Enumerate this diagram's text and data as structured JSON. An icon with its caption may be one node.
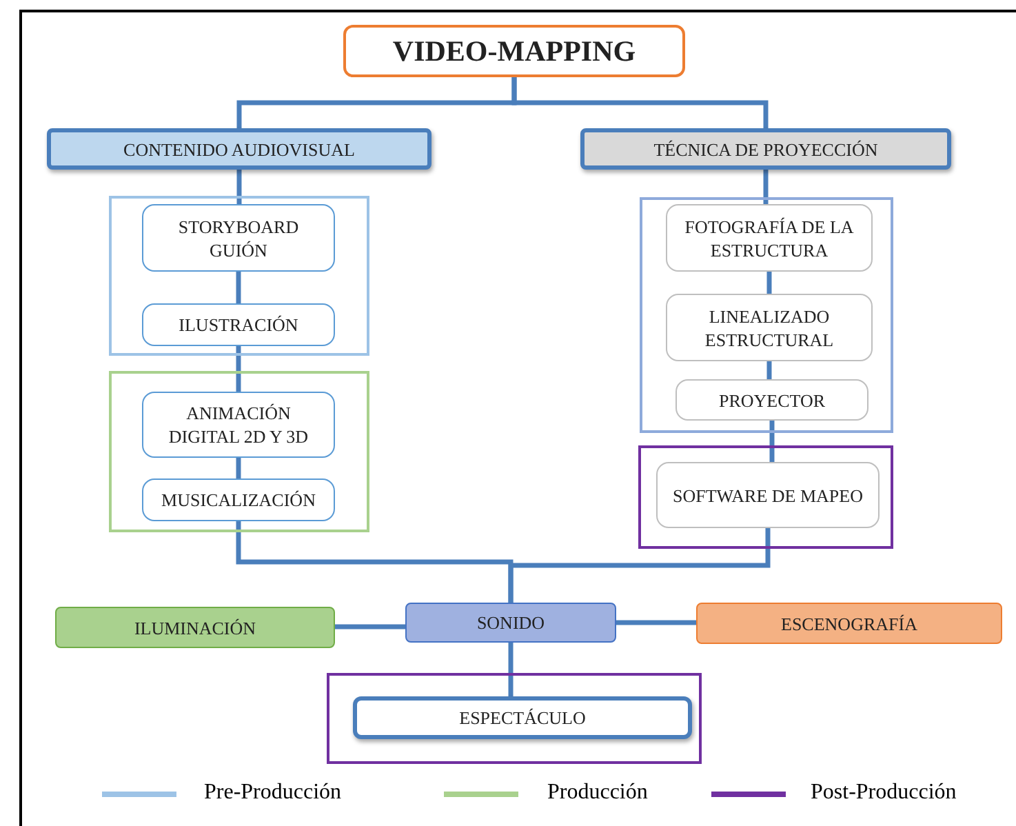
{
  "diagram": {
    "nodes": [
      {
        "text": [
          "VIDEO-MAPPING"
        ]
      },
      {
        "text": [
          "CONTENIDO AUDIOVISUAL"
        ]
      },
      {
        "text": [
          "TÉCNICA DE PROYECCIÓN"
        ]
      },
      {
        "text": [],
        "shape": "box"
      },
      {
        "text": [
          "STORYBOARD GUIÓN"
        ],
        "in": 3
      },
      {
        "text": [
          "ILUSTRACIÓN"
        ],
        "in": 3
      },
      {
        "text": [],
        "shape": "box"
      },
      {
        "text": [
          "ANIMACIÓN DIGITAL 2D Y 3D"
        ],
        "in": 6
      },
      {
        "text": [
          "MUSICALIZACIÓN"
        ],
        "in": 6
      },
      {
        "text": [],
        "shape": "box"
      },
      {
        "text": [
          "FOTOGRAFÍA DE LA ESTRUCTURA"
        ],
        "in": 9
      },
      {
        "text": [
          "LINEALIZADO ESTRUCTURAL"
        ],
        "in": 9
      },
      {
        "text": [
          "PROYECTOR"
        ],
        "in": 9
      },
      {
        "text": [],
        "shape": "box"
      },
      {
        "text": [
          "SOFTWARE DE MAPEO"
        ],
        "in": 13
      },
      {
        "text": [
          "ILUMINACIÓN"
        ]
      },
      {
        "text": [
          "SONIDO"
        ]
      },
      {
        "text": [
          "ESCENOGRAFÍA"
        ]
      },
      {
        "text": [],
        "shape": "box"
      },
      {
        "text": [
          "ESPECTÁCULO"
        ],
        "in": 18
      }
    ],
    "edges": [
      {
        "from": 0,
        "to": 1,
        "arrow": "none"
      },
      {
        "from": 0,
        "to": 2,
        "arrow": "none"
      },
      {
        "from": 1,
        "to": 4,
        "arrow": "none"
      },
      {
        "from": 4,
        "to": 5,
        "arrow": "none"
      },
      {
        "from": 5,
        "to": 7,
        "arrow": "none"
      },
      {
        "from": 7,
        "to": 8,
        "arrow": "none"
      },
      {
        "from": 8,
        "to": 16,
        "arrow": "none"
      },
      {
        "from": 2,
        "to": 10,
        "arrow": "none"
      },
      {
        "from": 10,
        "to": 11,
        "arrow": "none"
      },
      {
        "from": 11,
        "to": 12,
        "arrow": "none"
      },
      {
        "from": 12,
        "to": 14,
        "arrow": "none"
      },
      {
        "from": 14,
        "to": 16,
        "arrow": "none"
      },
      {
        "from": 15,
        "to": 16,
        "arrow": "none"
      },
      {
        "from": 16,
        "to": 17,
        "arrow": "none"
      },
      {
        "from": 16,
        "to": 19,
        "arrow": "none"
      }
    ],
    "legend": [
      {
        "text": "Pre-Producción",
        "color": "#9dc3e6"
      },
      {
        "text": "Producción",
        "color": "#a9d18e"
      },
      {
        "text": "Post-Producción",
        "color": "#7030a0"
      }
    ]
  }
}
